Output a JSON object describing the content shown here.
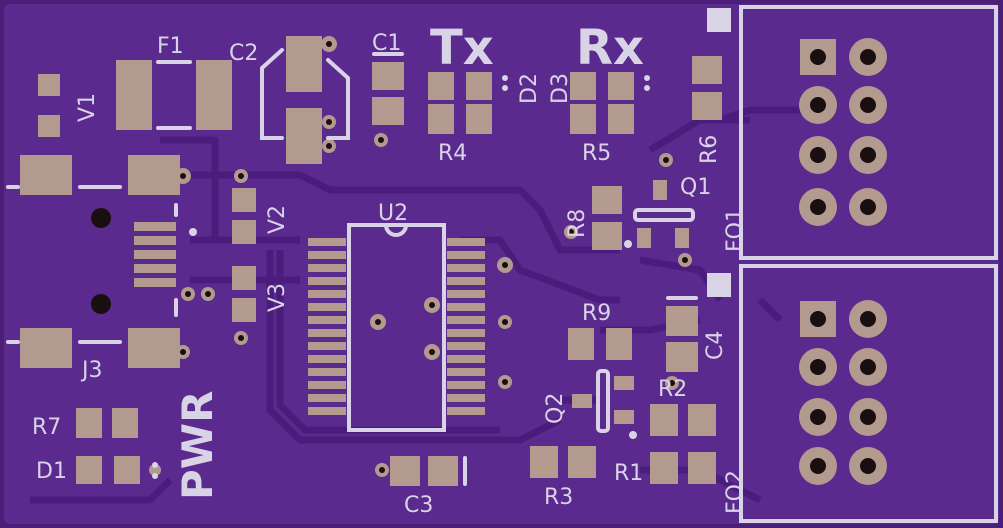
{
  "colors": {
    "board_edge": "#4a1f78",
    "board": "#5b2a8e",
    "copper": "#4f2386",
    "copper_dark": "#44196f",
    "pad": "#b39a8e",
    "silk": "#d9d3e6",
    "hole": "#1a0f10"
  },
  "labels": {
    "tx": "Tx",
    "rx": "Rx",
    "pwr": "PWR",
    "f1": "F1",
    "c1": "C1",
    "c2": "C2",
    "c3": "C3",
    "c4": "C4",
    "v1": "V1",
    "v2": "V2",
    "v3": "V3",
    "d1": "D1",
    "d2": "D2",
    "d3": "D3",
    "r1": "R1",
    "r2": "R2",
    "r3": "R3",
    "r4": "R4",
    "r5": "R5",
    "r6": "R6",
    "r7": "R7",
    "r8": "R8",
    "r9": "R9",
    "q1": "Q1",
    "q2": "Q2",
    "u2": "U2",
    "j3": "J3",
    "fo1": "FO1",
    "fo2": "FO2"
  }
}
